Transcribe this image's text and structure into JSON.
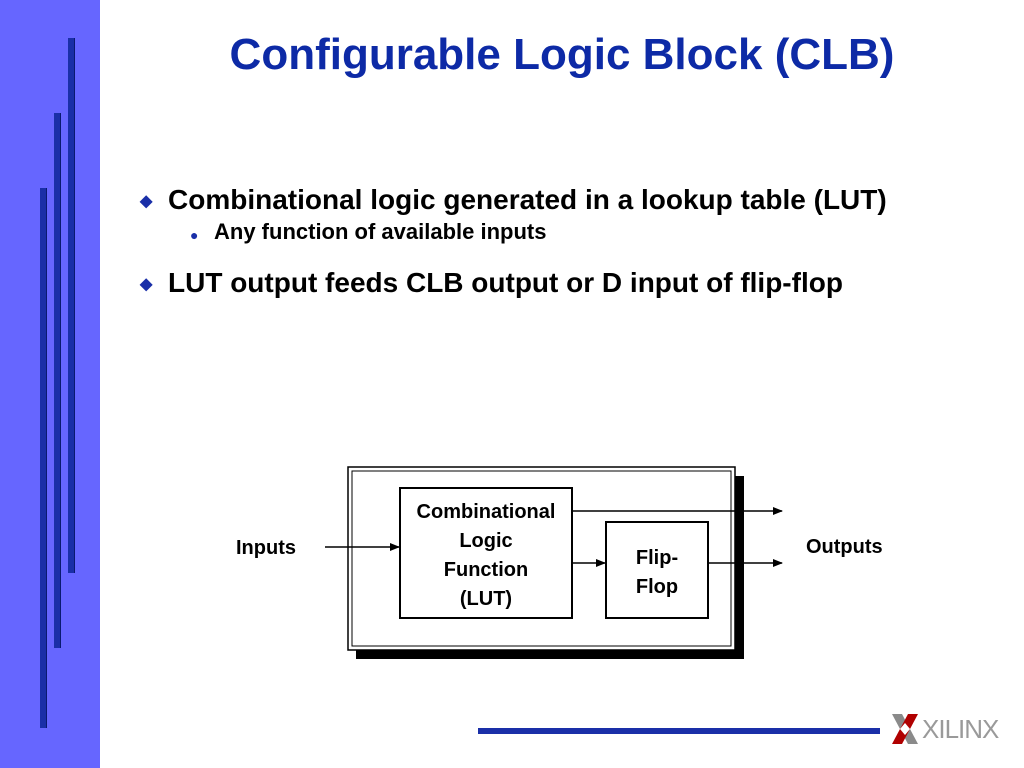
{
  "slide": {
    "title": "Configurable Logic Block (CLB)",
    "bullets": [
      {
        "text": "Combinational logic generated in a lookup table (LUT)",
        "subbullets": [
          "Any function of available inputs"
        ]
      },
      {
        "text": "LUT output feeds CLB output or D input of flip-flop",
        "subbullets": []
      }
    ]
  },
  "diagram": {
    "inputs_label": "Inputs",
    "outputs_label": "Outputs",
    "lut_lines": [
      "Combinational",
      "Logic",
      "Function",
      "(LUT)"
    ],
    "ff_lines": [
      "Flip-",
      "Flop"
    ]
  },
  "logo": {
    "brand": "XILINX"
  },
  "colors": {
    "sidebar": "#6666ff",
    "accent": "#1a2fa8",
    "title": "#0d2aa6"
  }
}
